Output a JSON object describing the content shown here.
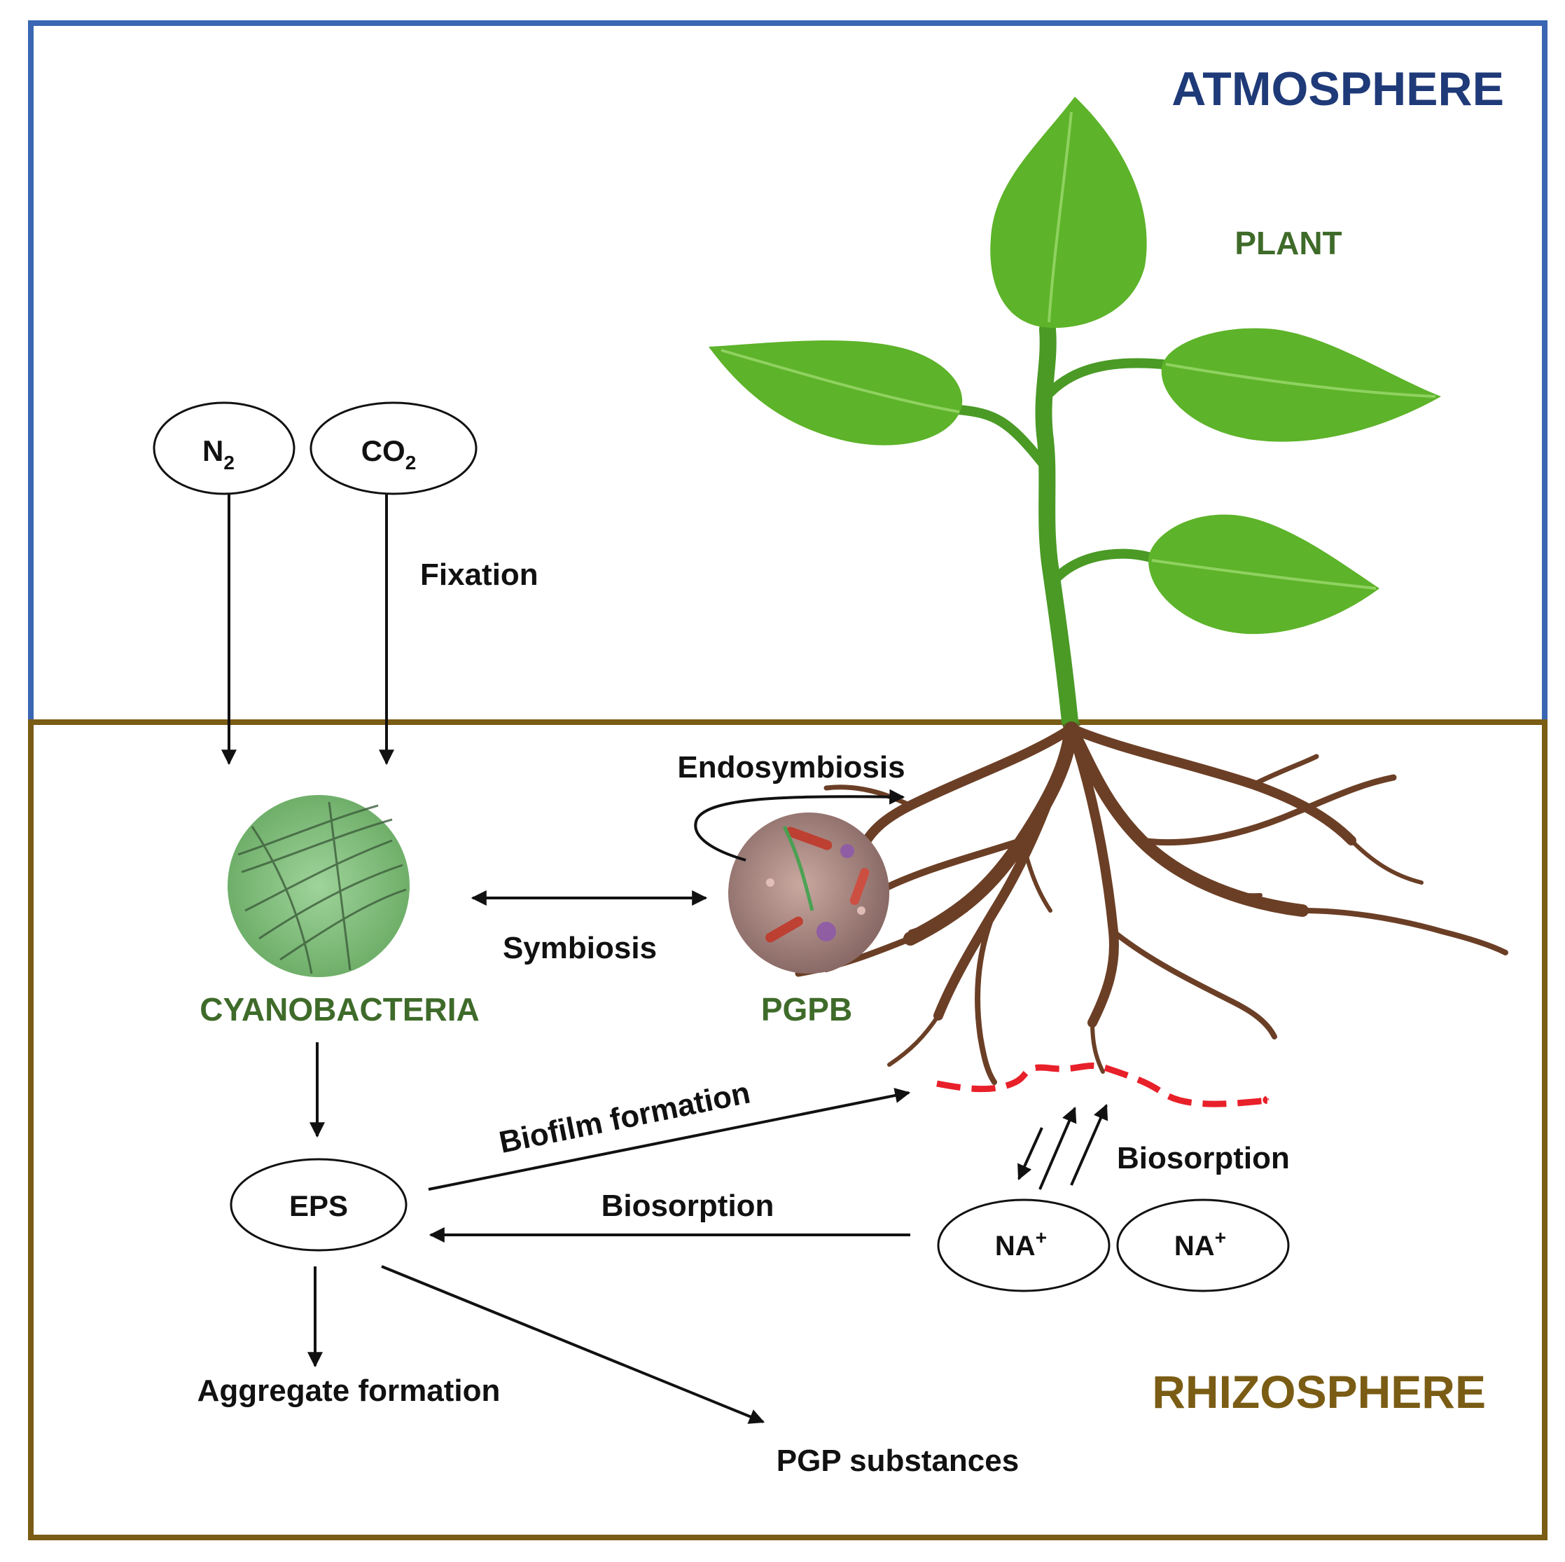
{
  "zones": {
    "atmosphere": {
      "label": "ATMOSPHERE",
      "color": "#1f3a78",
      "border": "#3a66b3"
    },
    "rhizosphere": {
      "label": "RHIZOSPHERE",
      "color": "#7a5c14",
      "border": "#7a5c14"
    }
  },
  "plant": {
    "label": "PLANT",
    "label_color": "#3f6b2a",
    "leaf_color": "#5db329",
    "stem_color": "#4a9a25",
    "root_color": "#6b3f26"
  },
  "gases": {
    "n2": {
      "main": "N",
      "sub": "2"
    },
    "co2": {
      "main": "CO",
      "sub": "2"
    }
  },
  "organisms": {
    "cyanobacteria": {
      "label": "CYANOBACTERIA",
      "color": "#3f6b2a"
    },
    "pgpb": {
      "label": "PGPB",
      "color": "#3f6b2a"
    }
  },
  "nodes": {
    "eps": {
      "label": "EPS"
    },
    "na1": {
      "main": "NA",
      "sup": "+"
    },
    "na2": {
      "main": "NA",
      "sup": "+"
    }
  },
  "processes": {
    "fixation": "Fixation",
    "endosymbiosis": "Endosymbiosis",
    "symbiosis": "Symbiosis",
    "biofilm_formation": "Biofilm formation",
    "biosorption_left": "Biosorption",
    "biosorption_right": "Biosorption",
    "aggregate_formation": "Aggregate formation",
    "pgp_substances": "PGP substances"
  },
  "biofilm_color": "#e8202a"
}
